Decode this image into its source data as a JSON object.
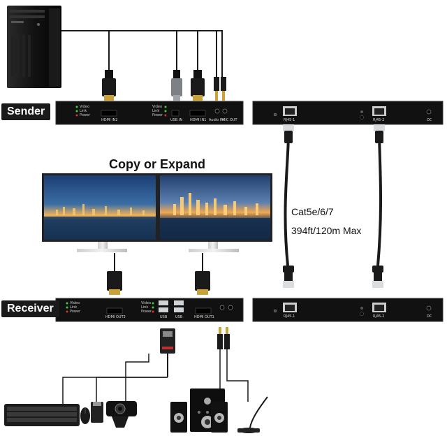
{
  "labels": {
    "sender": "Sender",
    "receiver": "Receiver",
    "copy_expand": "Copy or Expand",
    "cable_type": "Cat5e/6/7",
    "cable_length": "394ft/120m Max"
  },
  "sender_unit": {
    "leds": [
      "Video",
      "Link",
      "Power"
    ],
    "ports": [
      "HDMI IN2",
      "USB IN",
      "HDMI IN1",
      "Audio IN",
      "MIC OUT"
    ]
  },
  "sender_rj45_unit": {
    "ports": [
      "RJ45-1",
      "RJ45-2",
      "DC"
    ]
  },
  "receiver_unit": {
    "leds": [
      "Video",
      "Link",
      "Power"
    ],
    "ports": [
      "HDMI OUT2",
      "USB",
      "USB",
      "HDMI OUT1"
    ]
  },
  "receiver_rj45_unit": {
    "ports": [
      "RJ45-1",
      "RJ45-2",
      "DC"
    ]
  },
  "colors": {
    "device_body": "#111111",
    "cable": "#1a1a1a",
    "led_green": "#3ad13a",
    "led_red": "#e03030",
    "sky_top": "#1b3e73",
    "sunset": "#f0b25a"
  },
  "icons": [
    "computer-tower-icon",
    "monitor-icon",
    "keyboard-icon",
    "mouse-icon",
    "webcam-icon",
    "speaker-icon",
    "microphone-icon",
    "hdmi-plug-icon",
    "usb-plug-icon",
    "rj45-plug-icon",
    "audio-jack-icon"
  ]
}
